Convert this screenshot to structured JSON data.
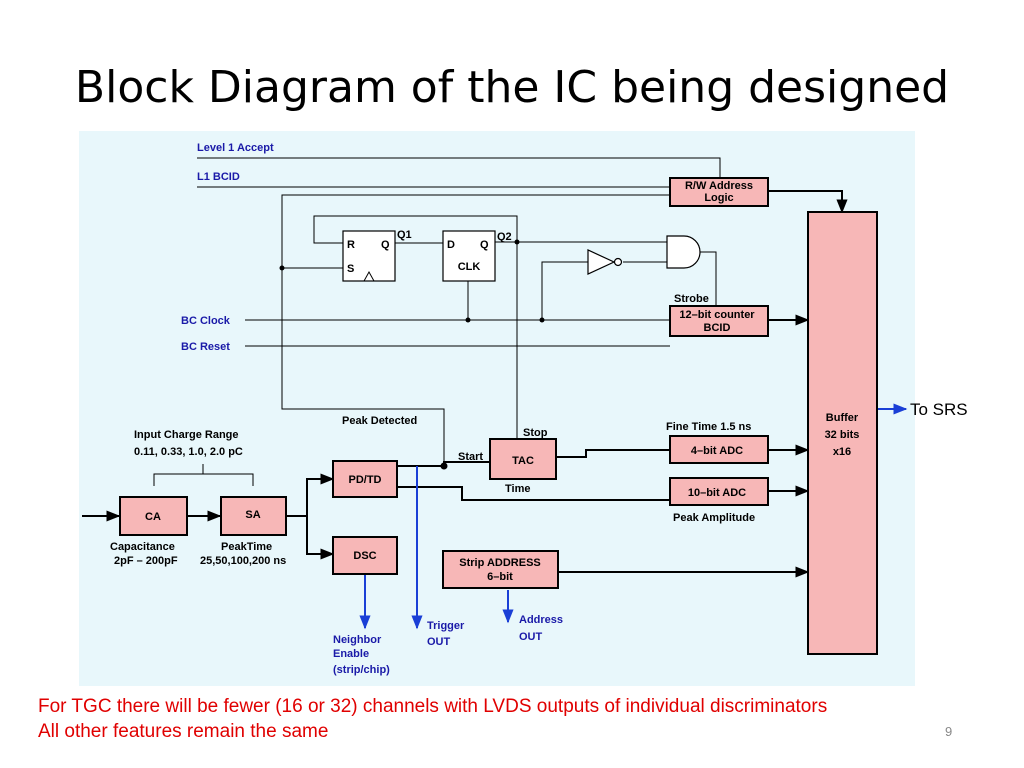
{
  "slide": {
    "title": "Block Diagram of the IC being designed",
    "number": "9",
    "footnote_lines": [
      "For TGC there will be fewer (16 or 32) channels with LVDS outputs of individual discriminators",
      "All other features remain the same"
    ]
  },
  "colors": {
    "diagram_background": "#e8f7fb",
    "block_fill": "#f7b7b7",
    "signal_label": "#1a1aa8",
    "output_arrow": "#1a3fd6",
    "footnote": "#e00000"
  },
  "signals": {
    "level1_accept": "Level 1 Accept",
    "l1_bcid": "L1 BCID",
    "bc_clock": "BC Clock",
    "bc_reset": "BC Reset"
  },
  "blocks": {
    "rw_address_logic": [
      "R/W Address",
      "Logic"
    ],
    "sr_latch": {
      "r": "R",
      "s": "S",
      "q": "Q"
    },
    "d_flipflop": {
      "d": "D",
      "q": "Q",
      "clk": "CLK"
    },
    "counter": [
      "12–bit counter",
      "BCID"
    ],
    "buffer": [
      "Buffer",
      "32 bits",
      "x16"
    ],
    "tac": "TAC",
    "pd_td": "PD/TD",
    "dsc": "DSC",
    "ca": "CA",
    "sa": "SA",
    "adc4": "4–bit ADC",
    "adc10": "10–bit ADC",
    "strip_address": [
      "Strip ADDRESS",
      "6–bit"
    ]
  },
  "labels": {
    "q1": "Q1",
    "q2": "Q2",
    "strobe": "Strobe",
    "peak_detected": "Peak Detected",
    "input_charge_range": "Input Charge Range",
    "charge_values": "0.11, 0.33, 1.0, 2.0 pC",
    "start": "Start",
    "stop": "Stop",
    "time": "Time",
    "fine_time": "Fine Time 1.5 ns",
    "peak_amplitude": "Peak Amplitude",
    "capacitance": "Capacitance",
    "capacitance_range": "2pF – 200pF",
    "peaktime": "PeakTime",
    "peaktime_values": "25,50,100,200 ns",
    "neighbor_enable": [
      "Neighbor",
      "Enable",
      "(strip/chip)"
    ],
    "trigger_out": [
      "Trigger",
      "OUT"
    ],
    "address_out": [
      "Address",
      "OUT"
    ],
    "to_srs": "To SRS"
  }
}
